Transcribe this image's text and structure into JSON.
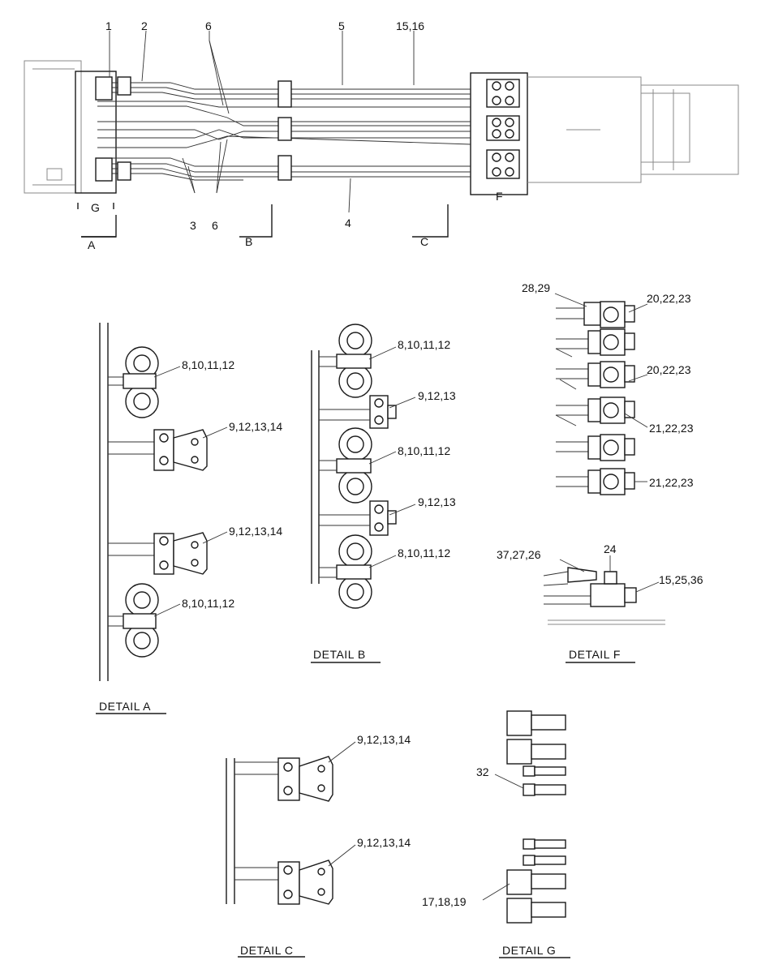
{
  "overview": {
    "callouts": {
      "c1": "1",
      "c2": "2",
      "c3": "3",
      "c4": "4",
      "c5": "5",
      "c6a": "6",
      "c6b": "6",
      "c1516": "15,16",
      "secG": "G",
      "secF": "F",
      "viewA": "A",
      "viewB": "B",
      "viewC": "C"
    }
  },
  "detail_a": {
    "title": "DETAIL  A",
    "callouts": [
      "8,10,11,12",
      "9,12,13,14",
      "9,12,13,14",
      "8,10,11,12"
    ]
  },
  "detail_b": {
    "title": "DETAIL  B",
    "callouts": [
      "8,10,11,12",
      "9,12,13",
      "8,10,11,12",
      "9,12,13",
      "8,10,11,12"
    ]
  },
  "detail_c": {
    "title": "DETAIL  C",
    "callouts": [
      "9,12,13,14",
      "9,12,13,14"
    ]
  },
  "detail_f": {
    "title": "DETAIL  F",
    "callouts": [
      "28,29",
      "20,22,23",
      "20,22,23",
      "21,22,23",
      "21,22,23",
      "37,27,26",
      "24",
      "15,25,36"
    ]
  },
  "detail_g": {
    "title": "DETAIL  G",
    "callouts": [
      "32",
      "17,18,19"
    ]
  }
}
